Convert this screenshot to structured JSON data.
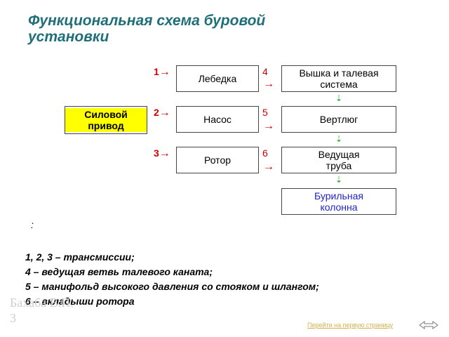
{
  "title": "Функциональная схема буровой установки",
  "boxes": {
    "power": "Силовой привод",
    "winch": "Лебедка",
    "pump": "Насос",
    "rotor": "Ротор",
    "derrick": "Вышка и талевая система",
    "swivel": "Вертлюг",
    "kelly": "Ведущая труба",
    "drill_string": "Бурильная колонна"
  },
  "numbers": {
    "n1": "1",
    "n2": "2",
    "n3": "3",
    "n4": "4",
    "n5": "5",
    "n6": "6"
  },
  "colon": ":",
  "legend": [
    "1, 2, 3 – трансмиссии;",
    "4 – ведущая ветвь талевого каната;",
    "5 – манифольд высокого давления со стояком и шлангом;",
    "6 – вкладыши ротора"
  ],
  "author": {
    "line1": "Бахаба В.П.",
    "line2": "3"
  },
  "nav": {
    "first_page_link": "Перейти на первую страницу"
  },
  "colors": {
    "title": "#1f6f7a",
    "arrow_red": "#cc0000",
    "arrow_green": "#22aa22",
    "highlight": "#ffff00",
    "blue_text": "#2222cc",
    "link": "#d4b04a"
  }
}
